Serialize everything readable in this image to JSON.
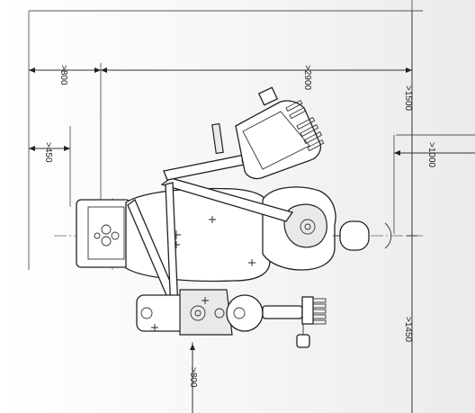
{
  "dimensions": {
    "room_width_top": ">2900",
    "left_clearance": ">800",
    "left_offset": ">450",
    "right_top_depth": ">1500",
    "right_offset": ">1000",
    "right_bottom_depth": ">1450",
    "bottom_clearance": ">800"
  }
}
